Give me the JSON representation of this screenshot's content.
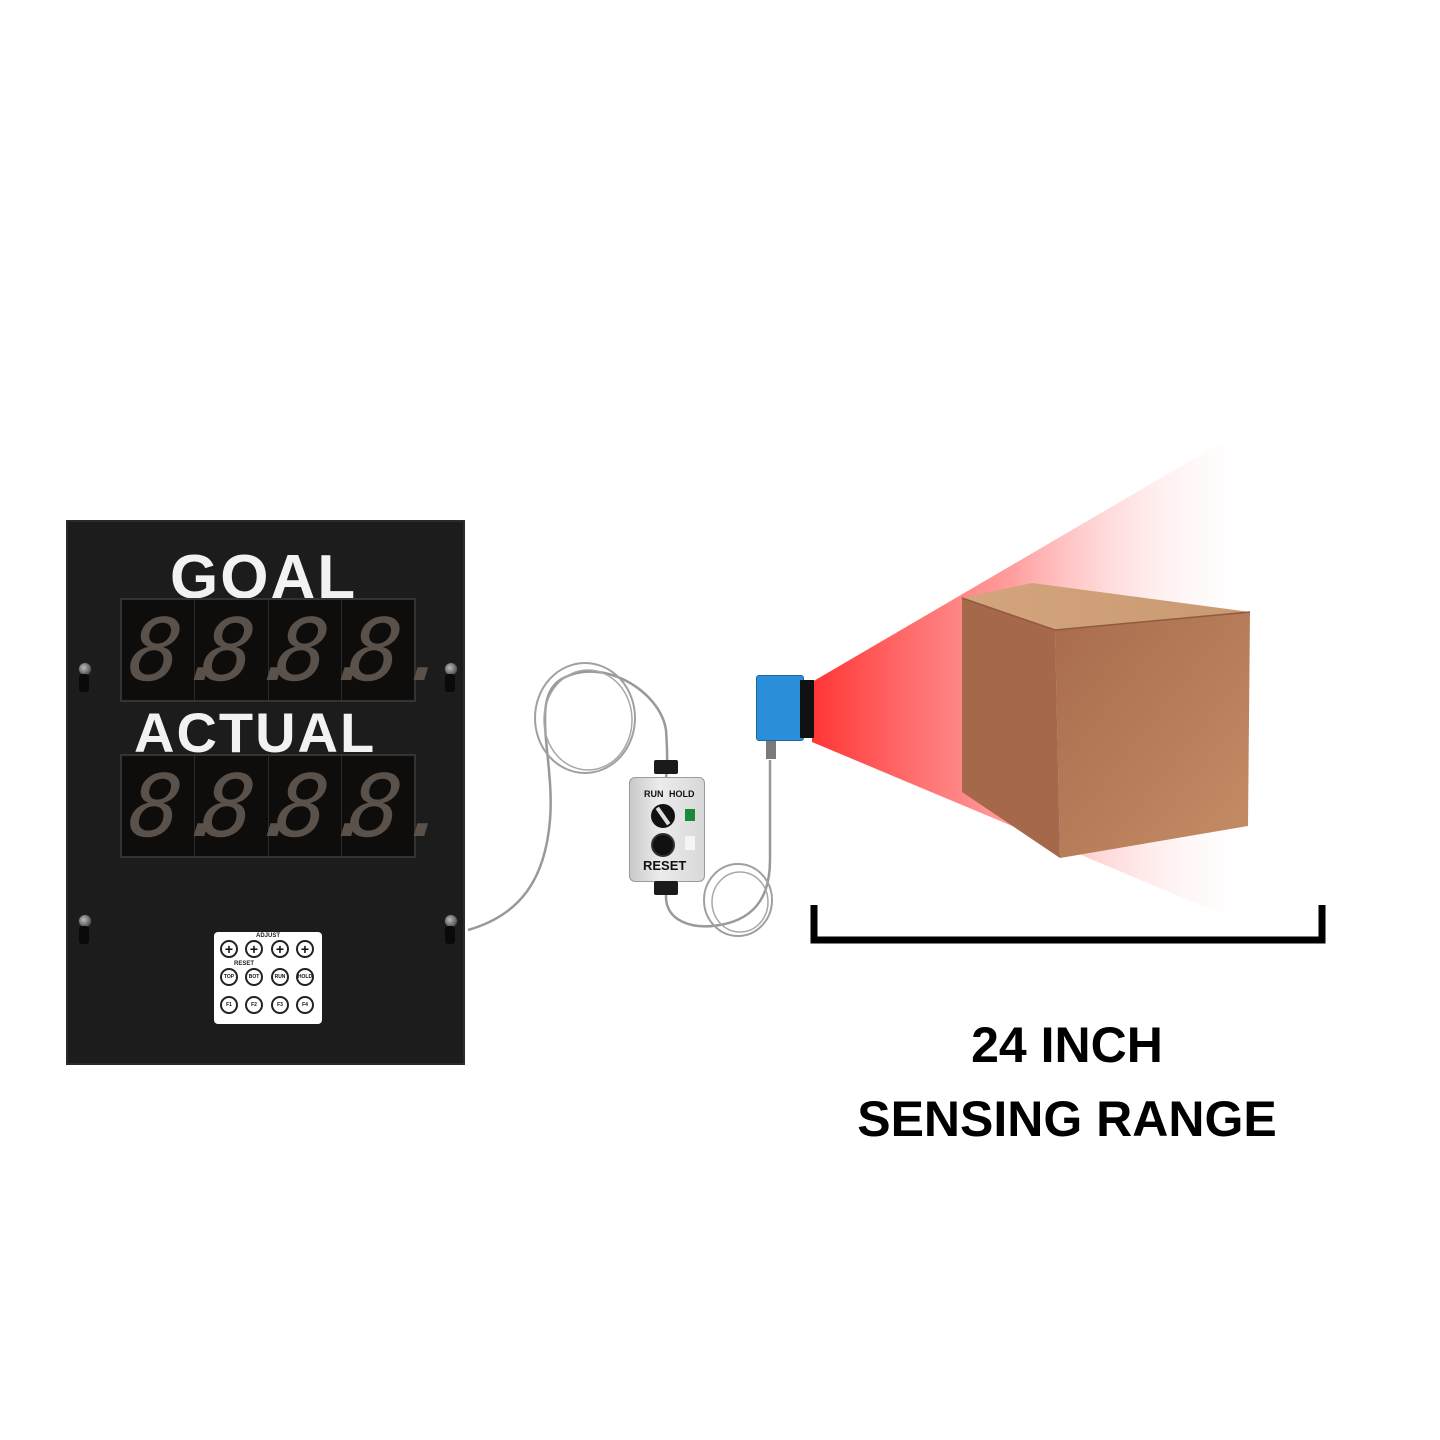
{
  "scoreboard": {
    "goal_label": "GOAL",
    "actual_label": "ACTUAL",
    "goal_digits": [
      "8.",
      "8.",
      "8.",
      "8."
    ],
    "actual_digits": [
      "8.",
      "8.",
      "8.",
      "8."
    ],
    "keypad": {
      "adjust_label": "ADJUST",
      "reset_label": "RESET",
      "row1": [
        "+",
        "+",
        "+",
        "+"
      ],
      "row2": [
        "TOP",
        "BOT",
        "RUN",
        "HOLD"
      ],
      "row3": [
        "F1",
        "F2",
        "F3",
        "F4"
      ]
    }
  },
  "control_box": {
    "run_label": "RUN",
    "hold_label": "HOLD",
    "reset_label": "RESET"
  },
  "range": {
    "line1": "24 INCH",
    "line2": "SENSING RANGE"
  },
  "colors": {
    "board": "#1c1c1c",
    "sensor_blue": "#2a8fd8",
    "beam_red": "#ff3b3b",
    "box_cardboard": "#c79268",
    "led_green": "#1a8a3a"
  }
}
